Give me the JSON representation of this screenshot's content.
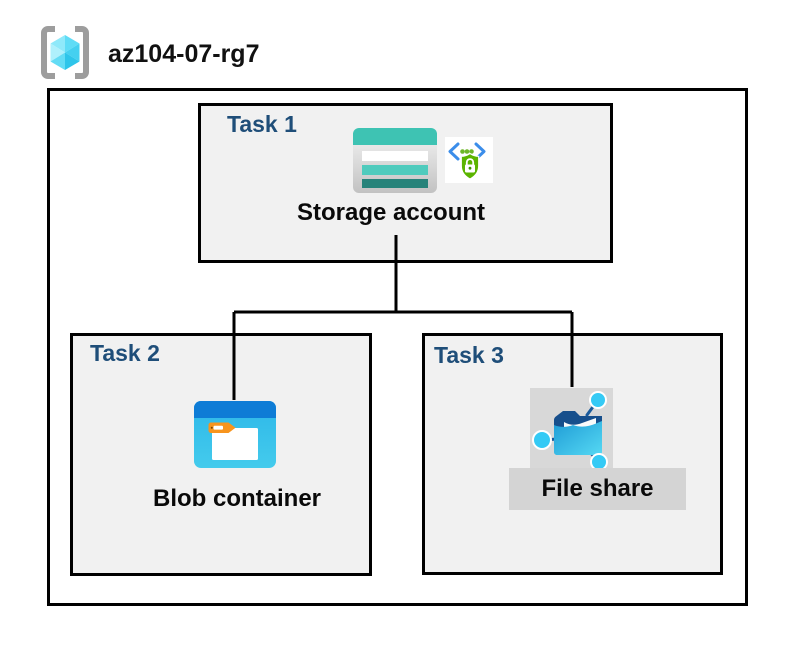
{
  "header": {
    "title": "az104-07-rg7"
  },
  "tasks": [
    {
      "label": "Task 1",
      "item": "Storage account"
    },
    {
      "label": "Task 2",
      "item": "Blob container"
    },
    {
      "label": "Task 3",
      "item": "File share"
    }
  ],
  "icons": {
    "resource_group": "resource-group-brackets-cube-icon",
    "storage_account": "storage-account-icon",
    "endpoint_security": "code-brackets-shield-lock-icon",
    "blob_container": "blob-container-window-folder-icon",
    "file_share": "file-share-sync-folder-icon"
  },
  "colors": {
    "task_label_blue": "#1F4E79",
    "box_fill": "#F1F1F1",
    "border_black": "#000000",
    "selection_gray": "#D8D8D8",
    "storage_teal_band": "#3EC3B3",
    "storage_teal_bar": "#4FCBBD",
    "storage_teal_dark": "#26837A",
    "blob_blue_band": "#0E7CD6",
    "blob_blue_body": "#38C2EA",
    "tab_orange": "#F7941D",
    "shield_green": "#5BB400",
    "chevron_blue": "#3B8DEA",
    "dot_green": "#6DB727",
    "node_cyan": "#35CAF5",
    "folder_navy": "#174F8C",
    "bracket_gray": "#9D9D9D",
    "cube_cyan": "#5FDCF6"
  }
}
